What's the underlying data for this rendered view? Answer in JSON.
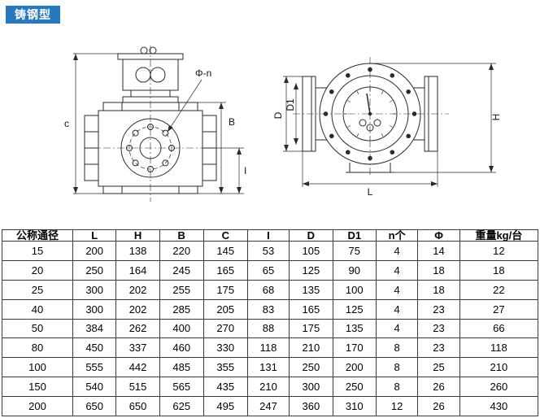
{
  "badge": {
    "label": "铸钢型",
    "color": "#2878bd"
  },
  "diagram": {
    "front_view_labels": {
      "phi_n": "Φ-n",
      "c": "c",
      "b": "B",
      "i": "I"
    },
    "side_view_labels": {
      "d": "D",
      "d1": "D1",
      "l": "L",
      "h": "H"
    }
  },
  "table": {
    "headers": [
      "公称通径",
      "L",
      "H",
      "B",
      "C",
      "I",
      "D",
      "D1",
      "n个",
      "Φ",
      "重量kg/台"
    ],
    "rows": [
      [
        "15",
        "200",
        "138",
        "220",
        "145",
        "53",
        "105",
        "75",
        "4",
        "14",
        "12"
      ],
      [
        "20",
        "250",
        "164",
        "245",
        "165",
        "65",
        "125",
        "90",
        "4",
        "18",
        "18"
      ],
      [
        "25",
        "300",
        "202",
        "255",
        "175",
        "68",
        "135",
        "100",
        "4",
        "18",
        "22"
      ],
      [
        "40",
        "300",
        "202",
        "285",
        "205",
        "83",
        "165",
        "125",
        "4",
        "23",
        "27"
      ],
      [
        "50",
        "384",
        "262",
        "400",
        "270",
        "88",
        "175",
        "135",
        "4",
        "23",
        "66"
      ],
      [
        "80",
        "450",
        "337",
        "460",
        "330",
        "118",
        "210",
        "170",
        "8",
        "23",
        "118"
      ],
      [
        "100",
        "555",
        "442",
        "485",
        "355",
        "131",
        "250",
        "200",
        "8",
        "25",
        "210"
      ],
      [
        "150",
        "540",
        "515",
        "565",
        "435",
        "210",
        "300",
        "250",
        "8",
        "26",
        "260"
      ],
      [
        "200",
        "650",
        "650",
        "625",
        "495",
        "247",
        "360",
        "310",
        "12",
        "26",
        "430"
      ]
    ]
  }
}
